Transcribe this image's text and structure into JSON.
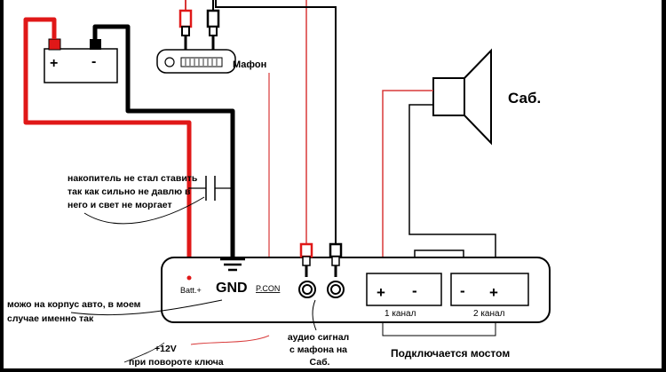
{
  "battery": {
    "plus": "+",
    "minus": "-"
  },
  "head_unit": {
    "label": "Мафон"
  },
  "capacitor_note": {
    "lines": [
      "накопитель не стал ставить",
      "так как сильно не давлю в",
      "него и свет  не моргает"
    ]
  },
  "subwoofer": {
    "label": "Саб."
  },
  "amplifier": {
    "batt_label": "Batt.+",
    "gnd_label": "GND",
    "pcon_label": "P.CON",
    "channel1": {
      "plus": "+",
      "minus": "-",
      "label": "1 канал"
    },
    "channel2": {
      "minus": "-",
      "plus": "+",
      "label": "2 канал"
    }
  },
  "ground_note": {
    "lines": [
      "можо на корпус авто, в моем",
      "случае именно так"
    ]
  },
  "power_note": {
    "lines": [
      "+12V",
      "при повороте ключа"
    ]
  },
  "audio_note": {
    "lines": [
      "аудио сигнал",
      "с мафона на",
      "Саб."
    ]
  },
  "bridge_note": "Подключается мостом",
  "colors": {
    "power": "#e01818",
    "signal_red": "#d83838",
    "ground": "#000000",
    "background": "#ffffff"
  }
}
